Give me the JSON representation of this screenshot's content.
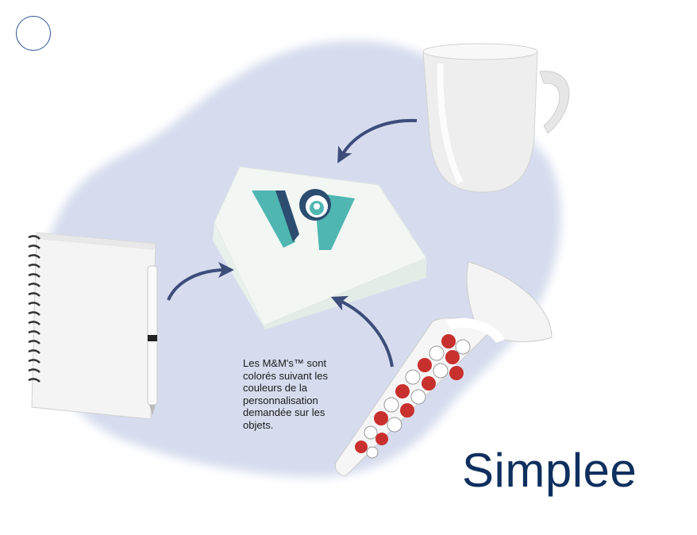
{
  "caption": {
    "lines": [
      "Les M&M's™ sont",
      "colorés suivant les",
      "couleurs de la",
      "personnalisation",
      "demandée sur les",
      "objets."
    ]
  },
  "brand": {
    "name": "Simplee"
  },
  "colors": {
    "blob": "#d6dcee",
    "arrow": "#3d4d7a",
    "brand": "#0f2f5e",
    "logo_teal": "#4fb6b2",
    "logo_navy": "#2c4d70",
    "candy_red": "#c8302e"
  },
  "icons": {
    "box": "gift-box-icon",
    "mug": "mug-icon",
    "notebook": "notebook-icon",
    "candy_bag": "candy-bag-icon"
  }
}
